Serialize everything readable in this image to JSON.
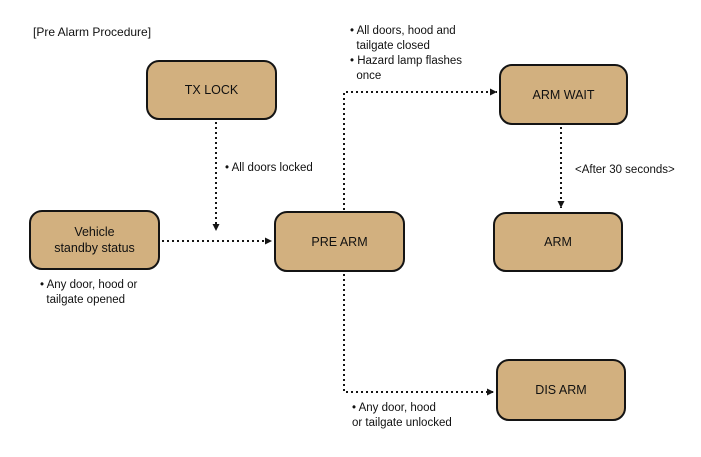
{
  "title": "[Pre Alarm Procedure]",
  "colors": {
    "background": "#FFFFFF",
    "node_fill": "#D2B07F",
    "node_border": "#141414",
    "arrow": "#141414",
    "text": "#111111"
  },
  "nodes": {
    "tx_lock": {
      "label": "TX LOCK"
    },
    "arm_wait": {
      "label": "ARM WAIT"
    },
    "vehicle_standby": {
      "label": "Vehicle\nstandby status"
    },
    "pre_arm": {
      "label": "PRE ARM"
    },
    "arm": {
      "label": "ARM"
    },
    "dis_arm": {
      "label": "DIS ARM"
    }
  },
  "annotations": {
    "arm_wait_conditions": "• All doors, hood and\n  tailgate closed\n• Hazard lamp flashes\n  once",
    "all_doors_locked": "• All doors locked",
    "after_30_seconds": "<After 30 seconds>",
    "any_door_opened": "• Any door, hood or\n  tailgate opened",
    "any_door_unlocked": "• Any door, hood\nor tailgate unlocked"
  },
  "edges": [
    {
      "from": "tx_lock",
      "to": "pre_arm",
      "label": "• All doors locked",
      "style": "dotted"
    },
    {
      "from": "vehicle_standby",
      "to": "pre_arm",
      "label": "",
      "style": "dotted"
    },
    {
      "from": "pre_arm",
      "to": "arm_wait",
      "label": "• All doors, hood and tailgate closed • Hazard lamp flashes once",
      "style": "dotted"
    },
    {
      "from": "arm_wait",
      "to": "arm",
      "label": "<After 30 seconds>",
      "style": "dotted"
    },
    {
      "from": "pre_arm",
      "to": "dis_arm",
      "label": "• Any door, hood or tailgate unlocked",
      "style": "dotted"
    }
  ]
}
